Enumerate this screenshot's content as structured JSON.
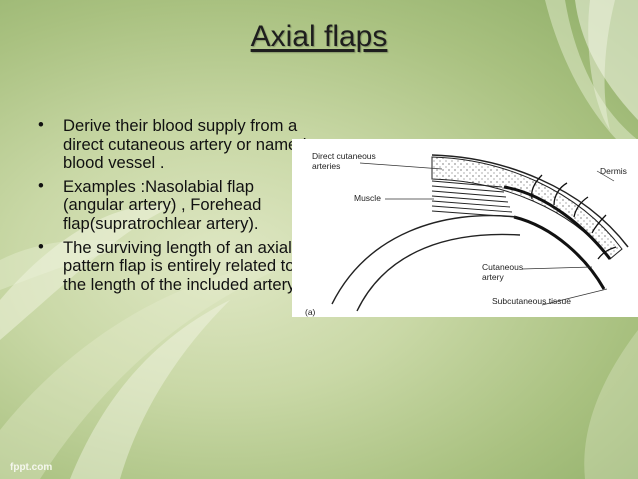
{
  "slide": {
    "title": "Axial flaps",
    "bullet_glyph": "•",
    "bullets": [
      "Derive their blood supply from a direct cutaneous artery or named blood vessel .",
      "Examples :Nasolabial flap (angular artery) , Forehead flap(supratrochlear artery).",
      "The surviving length of an axial pattern flap is entirely related to the length of the included artery."
    ],
    "footer": "fppt.com"
  },
  "figure": {
    "labels": {
      "direct_cutaneous_arteries": [
        "Direct cutaneous",
        "arteries"
      ],
      "muscle": "Muscle",
      "dermis": "Dermis",
      "cutaneous_artery": [
        "Cutaneous",
        "artery"
      ],
      "subcutaneous_tissue": "Subcutaneous tissue",
      "panel": "(a)"
    }
  },
  "colors": {
    "background": "#c9d8a6",
    "leaf": "#f3f6e6",
    "text": "#111111"
  }
}
